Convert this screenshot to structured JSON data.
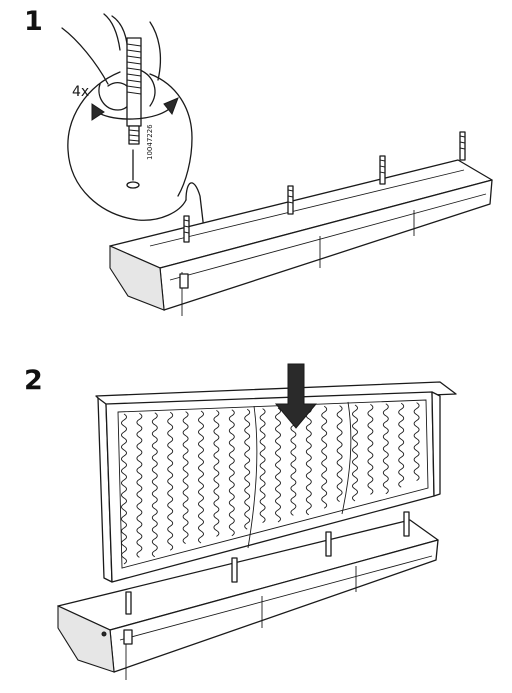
{
  "steps": [
    {
      "number": "1",
      "quantity": "4x",
      "part_number": "10047226"
    },
    {
      "number": "2"
    }
  ],
  "icons": {
    "rotate": "rotate-arrow-icon",
    "down_arrow": "down-arrow-icon"
  }
}
